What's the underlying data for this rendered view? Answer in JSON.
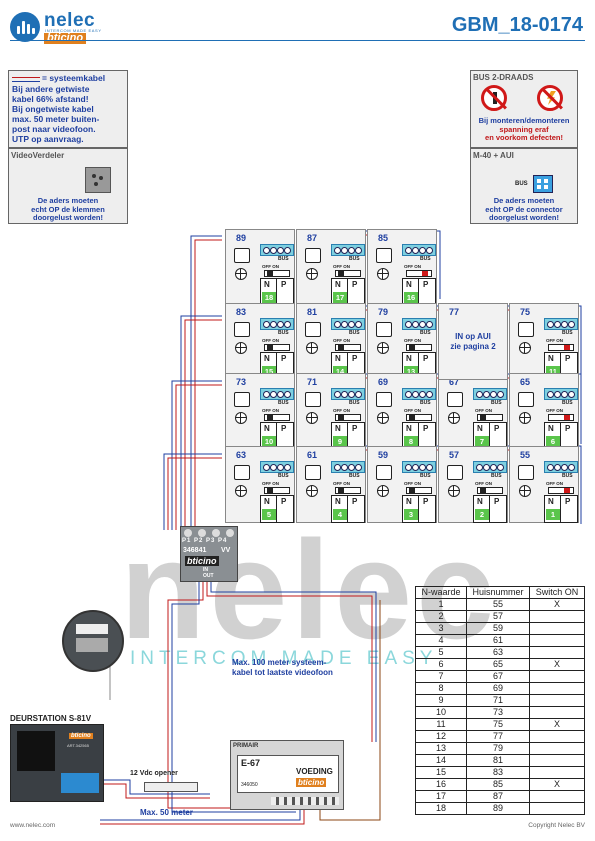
{
  "header": {
    "brand_name": "nelec",
    "brand_tagline": "INTERCOM MADE EASY",
    "brand_sub": "bticino",
    "doc_id": "GBM_18-0174"
  },
  "legend_cable": {
    "title": "= systeemkabel",
    "lines": [
      "Bij andere getwiste",
      "kabel 66% afstand!",
      "Bij ongetwiste kabel",
      "max. 50 meter buiten-",
      "post naar videofoon.",
      "UTP op aanvraag."
    ]
  },
  "video_verdeler": {
    "title": "VideoVerdeler",
    "note": [
      "De aders moeten",
      "echt OP de klemmen",
      "doorgelust worden!"
    ]
  },
  "bus_note": {
    "title": "BUS 2-DRAADS",
    "note": [
      "Bij monteren/demonteren",
      "spanning eraf",
      "en voorkom defecten!"
    ]
  },
  "m40_note": {
    "title": "M-40 + AUI",
    "bus_label": "BUS",
    "note": [
      "De aders moeten",
      "echt OP de connector",
      "doorgelust worden!"
    ]
  },
  "apartment_labels": {
    "bus": "BUS",
    "off_on": "OFF ON",
    "n": "N",
    "p": "P"
  },
  "apartments": [
    {
      "number": "89",
      "n_value": "18",
      "switch_on": false
    },
    {
      "number": "87",
      "n_value": "17",
      "switch_on": false
    },
    {
      "number": "85",
      "n_value": "16",
      "switch_on": true
    },
    {
      "number": "83",
      "n_value": "15",
      "switch_on": false
    },
    {
      "number": "81",
      "n_value": "14",
      "switch_on": false
    },
    {
      "number": "79",
      "n_value": "13",
      "switch_on": false
    },
    {
      "number": "75",
      "n_value": "11",
      "switch_on": true
    },
    {
      "number": "73",
      "n_value": "10",
      "switch_on": false
    },
    {
      "number": "71",
      "n_value": "9",
      "switch_on": false
    },
    {
      "number": "69",
      "n_value": "8",
      "switch_on": false
    },
    {
      "number": "67",
      "n_value": "7",
      "switch_on": false
    },
    {
      "number": "65",
      "n_value": "6",
      "switch_on": true
    },
    {
      "number": "63",
      "n_value": "5",
      "switch_on": false
    },
    {
      "number": "61",
      "n_value": "4",
      "switch_on": false
    },
    {
      "number": "59",
      "n_value": "3",
      "switch_on": false
    },
    {
      "number": "57",
      "n_value": "2",
      "switch_on": false
    },
    {
      "number": "55",
      "n_value": "1",
      "switch_on": true
    }
  ],
  "aui_cell": {
    "number": "77",
    "text_line1": "IN op AUI",
    "text_line2": "zie pagina 2"
  },
  "distributor": {
    "ports": [
      "P1",
      "P2",
      "P3",
      "P4"
    ],
    "model": "346841",
    "suffix": "VV",
    "brand": "bticino",
    "in": "IN",
    "out": "OUT"
  },
  "system_note": [
    "Max. 100 meter systeem-",
    "kabel tot laatste videofoon"
  ],
  "door_station": {
    "title": "DEURSTATION S-81V",
    "brand": "bticino",
    "code": "ART.342565"
  },
  "opener": {
    "label": "12 Vdc opener"
  },
  "power_supply": {
    "tag": "PRIMAIR",
    "model": "E-67",
    "name": "VOEDING",
    "code": "346050",
    "brand": "bticino"
  },
  "max_50": "Max. 50 meter",
  "watermark": {
    "main": "nelec",
    "sub": "INTERCOM MADE EASY"
  },
  "table": {
    "headers": [
      "N-waarde",
      "Huisnummer",
      "Switch ON"
    ],
    "rows": [
      [
        "1",
        "55",
        "X"
      ],
      [
        "2",
        "57",
        ""
      ],
      [
        "3",
        "59",
        ""
      ],
      [
        "4",
        "61",
        ""
      ],
      [
        "5",
        "63",
        ""
      ],
      [
        "6",
        "65",
        "X"
      ],
      [
        "7",
        "67",
        ""
      ],
      [
        "8",
        "69",
        ""
      ],
      [
        "9",
        "71",
        ""
      ],
      [
        "10",
        "73",
        ""
      ],
      [
        "11",
        "75",
        "X"
      ],
      [
        "12",
        "77",
        ""
      ],
      [
        "13",
        "79",
        ""
      ],
      [
        "14",
        "81",
        ""
      ],
      [
        "15",
        "83",
        ""
      ],
      [
        "16",
        "85",
        "X"
      ],
      [
        "17",
        "87",
        ""
      ],
      [
        "18",
        "89",
        ""
      ]
    ]
  },
  "footer": {
    "left": "www.nelec.com",
    "right": "Copyright Nelec BV"
  }
}
